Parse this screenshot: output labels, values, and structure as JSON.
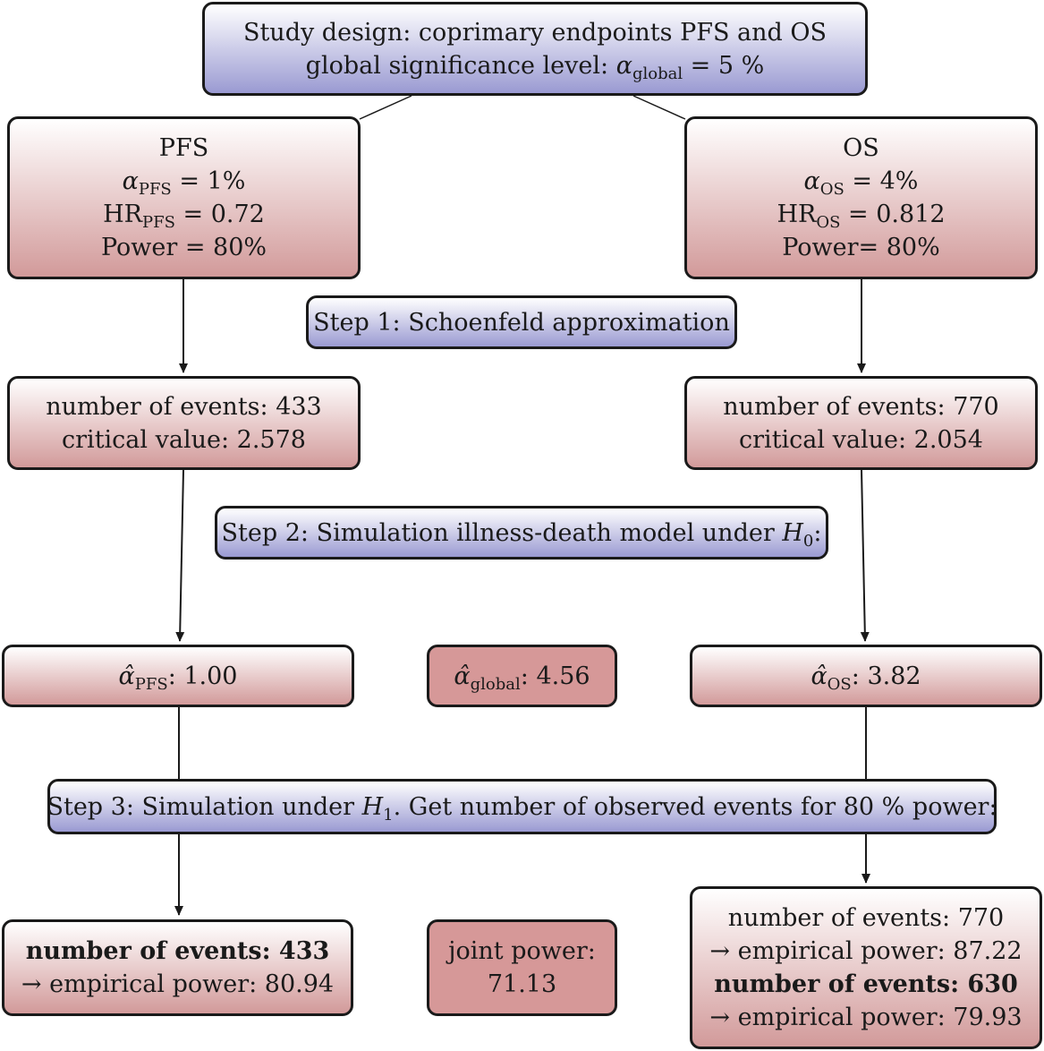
{
  "design": {
    "line1": "Study design:  coprimary endpoints PFS and OS",
    "line2_prefix": "global significance level: ",
    "alpha_symbol": "α",
    "alpha_sub": "global",
    "line2_suffix": " = 5 %"
  },
  "pfs": {
    "title": "PFS",
    "alpha_sub": "PFS",
    "alpha_value": " = 1%",
    "hr_label": "HR",
    "hr_sub": "PFS",
    "hr_value": " = 0.72",
    "power": "Power = 80%"
  },
  "os": {
    "title": "OS",
    "alpha_sub": "OS",
    "alpha_value": " = 4%",
    "hr_label": "HR",
    "hr_sub": "OS",
    "hr_value": " = 0.812",
    "power": "Power= 80%"
  },
  "step1": "Step 1:  Schoenfeld approximation",
  "pfs_step1": {
    "events": "number of events:  433",
    "critical": "critical value:  2.578"
  },
  "os_step1": {
    "events": "number of events:  770",
    "critical": "critical value:  2.054"
  },
  "step2": {
    "prefix": "Step 2:  Simulation illness-death model under ",
    "h": "H",
    "h_sub": "0",
    "suffix": ":"
  },
  "alpha_hat": {
    "symbol": "α̂",
    "pfs_sub": "PFS",
    "pfs_value": ":  1.00",
    "global_sub": "global",
    "global_value": ":  4.56",
    "os_sub": "OS",
    "os_value": ":  3.82"
  },
  "step3": {
    "prefix": "Step 3:  Simulation under ",
    "h": "H",
    "h_sub": "1",
    "suffix": ".  Get number of observed events for 80 % power:"
  },
  "pfs_result": {
    "events": "number of events:  433",
    "power": "→ empirical power:  80.94"
  },
  "joint": {
    "label": "joint power:",
    "value": "71.13"
  },
  "os_result": {
    "events1": "number of events:  770",
    "power1": "→ empirical power:  87.22",
    "events2": "number of events:  630",
    "power2": "→ empirical power:  79.93"
  },
  "colors": {
    "blue_gradient_end": "#9a9ad2",
    "red_gradient_end": "#d29a9a",
    "joint_fill": "#d69898"
  }
}
